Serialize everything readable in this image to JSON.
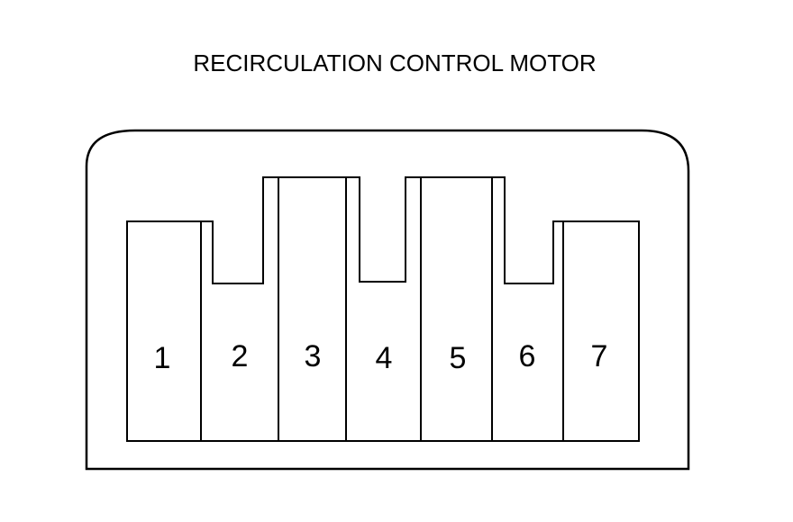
{
  "connector": {
    "title": "RECIRCULATION CONTROL MOTOR",
    "pins": [
      {
        "number": "1"
      },
      {
        "number": "2"
      },
      {
        "number": "3"
      },
      {
        "number": "4"
      },
      {
        "number": "5"
      },
      {
        "number": "6"
      },
      {
        "number": "7"
      }
    ]
  },
  "colors": {
    "stroke": "#000000",
    "background": "#ffffff"
  }
}
